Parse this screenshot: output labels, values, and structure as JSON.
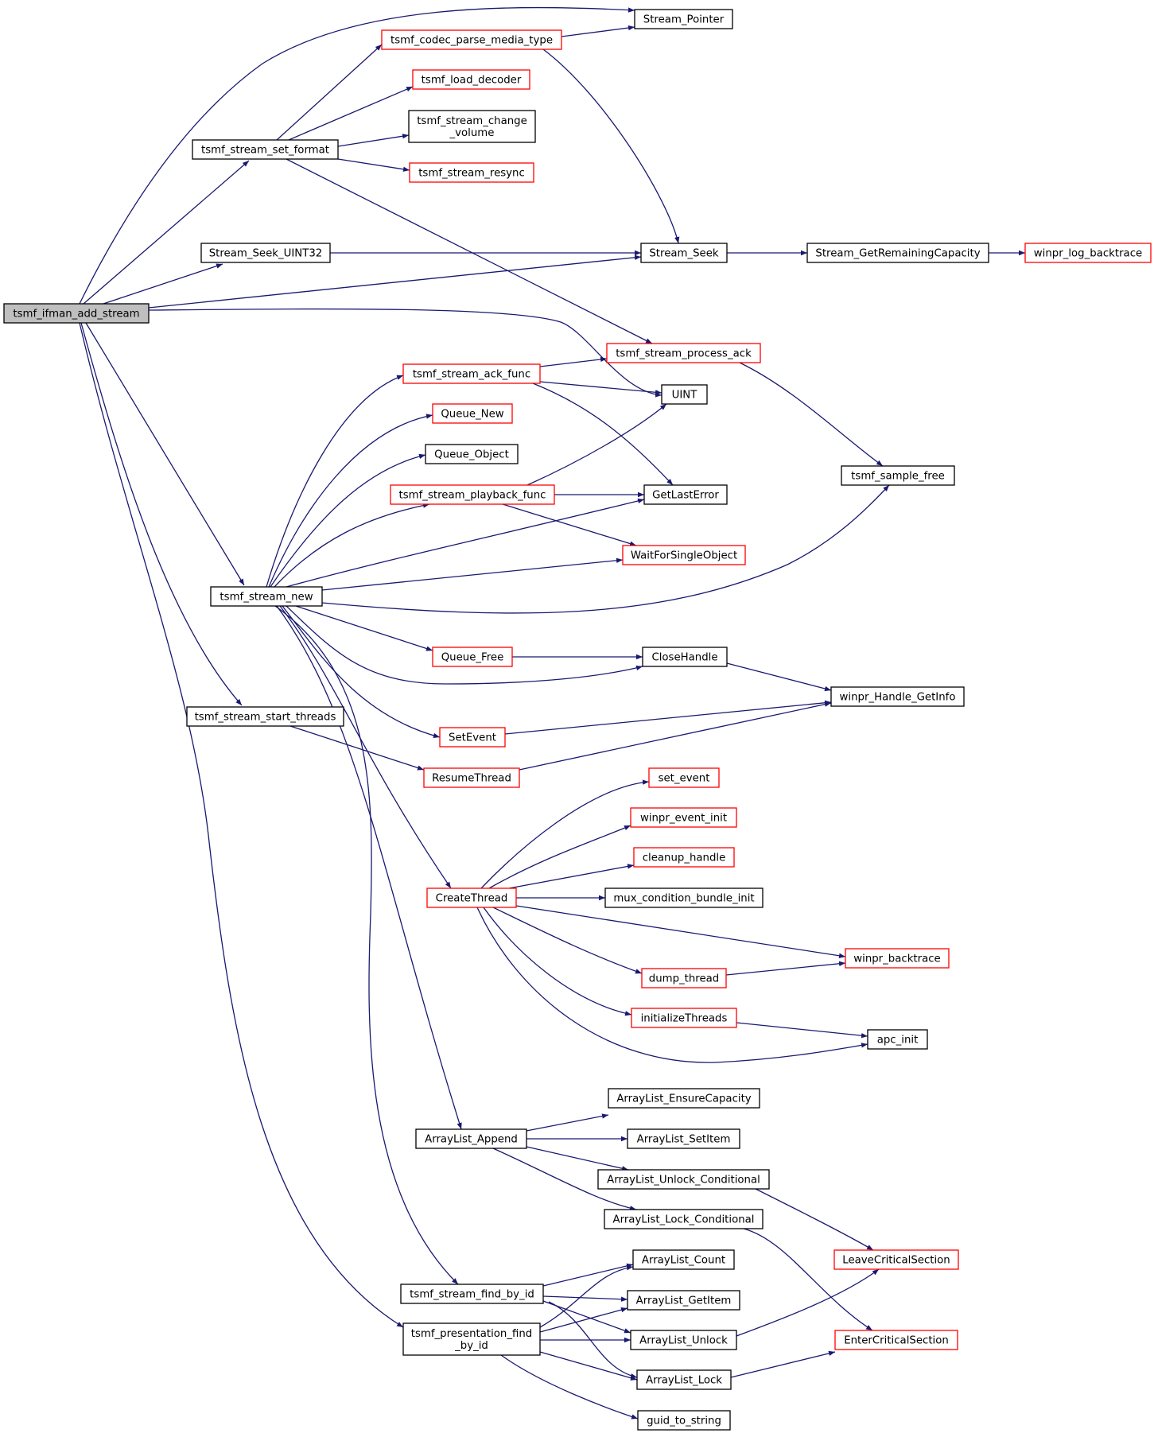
{
  "colors": {
    "edge": "#191970",
    "text": "#000000",
    "root_fill": "#bfbfbf",
    "root_border": "#000000",
    "node_fill": "#ffffff",
    "node_border_normal": "#000000",
    "node_border_truncated": "#ff0000"
  },
  "nodes": [
    {
      "id": "n_root",
      "lines": [
        "tsmf_ifman_add_stream"
      ],
      "kind": "root"
    },
    {
      "id": "n_stream_pointer",
      "lines": [
        "Stream_Pointer"
      ],
      "kind": "normal"
    },
    {
      "id": "n_codec_parse",
      "lines": [
        "tsmf_codec_parse_media_type"
      ],
      "kind": "truncated"
    },
    {
      "id": "n_load_decoder",
      "lines": [
        "tsmf_load_decoder"
      ],
      "kind": "truncated"
    },
    {
      "id": "n_change_volume",
      "lines": [
        "tsmf_stream_change",
        "_volume"
      ],
      "kind": "normal"
    },
    {
      "id": "n_set_format",
      "lines": [
        "tsmf_stream_set_format"
      ],
      "kind": "normal"
    },
    {
      "id": "n_resync",
      "lines": [
        "tsmf_stream_resync"
      ],
      "kind": "truncated"
    },
    {
      "id": "n_seek_uint32",
      "lines": [
        "Stream_Seek_UINT32"
      ],
      "kind": "normal"
    },
    {
      "id": "n_stream_seek",
      "lines": [
        "Stream_Seek"
      ],
      "kind": "normal"
    },
    {
      "id": "n_remaining_cap",
      "lines": [
        "Stream_GetRemainingCapacity"
      ],
      "kind": "normal"
    },
    {
      "id": "n_log_backtrace",
      "lines": [
        "winpr_log_backtrace"
      ],
      "kind": "truncated"
    },
    {
      "id": "n_process_ack",
      "lines": [
        "tsmf_stream_process_ack"
      ],
      "kind": "truncated"
    },
    {
      "id": "n_ack_func",
      "lines": [
        "tsmf_stream_ack_func"
      ],
      "kind": "truncated"
    },
    {
      "id": "n_uint",
      "lines": [
        "UINT"
      ],
      "kind": "normal"
    },
    {
      "id": "n_queue_new",
      "lines": [
        "Queue_New"
      ],
      "kind": "truncated"
    },
    {
      "id": "n_queue_object",
      "lines": [
        "Queue_Object"
      ],
      "kind": "normal"
    },
    {
      "id": "n_sample_free",
      "lines": [
        "tsmf_sample_free"
      ],
      "kind": "normal"
    },
    {
      "id": "n_playback_func",
      "lines": [
        "tsmf_stream_playback_func"
      ],
      "kind": "truncated"
    },
    {
      "id": "n_getlasterror",
      "lines": [
        "GetLastError"
      ],
      "kind": "normal"
    },
    {
      "id": "n_waitforsingle",
      "lines": [
        "WaitForSingleObject"
      ],
      "kind": "truncated"
    },
    {
      "id": "n_stream_new",
      "lines": [
        "tsmf_stream_new"
      ],
      "kind": "normal"
    },
    {
      "id": "n_queue_free",
      "lines": [
        "Queue_Free"
      ],
      "kind": "truncated"
    },
    {
      "id": "n_closehandle",
      "lines": [
        "CloseHandle"
      ],
      "kind": "normal"
    },
    {
      "id": "n_handle_getinfo",
      "lines": [
        "winpr_Handle_GetInfo"
      ],
      "kind": "normal"
    },
    {
      "id": "n_start_threads",
      "lines": [
        "tsmf_stream_start_threads"
      ],
      "kind": "normal"
    },
    {
      "id": "n_setevent",
      "lines": [
        "SetEvent"
      ],
      "kind": "truncated"
    },
    {
      "id": "n_resumethread",
      "lines": [
        "ResumeThread"
      ],
      "kind": "truncated"
    },
    {
      "id": "n_set_event",
      "lines": [
        "set_event"
      ],
      "kind": "truncated"
    },
    {
      "id": "n_event_init",
      "lines": [
        "winpr_event_init"
      ],
      "kind": "truncated"
    },
    {
      "id": "n_cleanup_handle",
      "lines": [
        "cleanup_handle"
      ],
      "kind": "truncated"
    },
    {
      "id": "n_createthread",
      "lines": [
        "CreateThread"
      ],
      "kind": "truncated"
    },
    {
      "id": "n_mux_cond",
      "lines": [
        "mux_condition_bundle_init"
      ],
      "kind": "normal"
    },
    {
      "id": "n_winpr_backtrace",
      "lines": [
        "winpr_backtrace"
      ],
      "kind": "truncated"
    },
    {
      "id": "n_dump_thread",
      "lines": [
        "dump_thread"
      ],
      "kind": "truncated"
    },
    {
      "id": "n_init_threads",
      "lines": [
        "initializeThreads"
      ],
      "kind": "truncated"
    },
    {
      "id": "n_apc_init",
      "lines": [
        "apc_init"
      ],
      "kind": "normal"
    },
    {
      "id": "n_al_ensure",
      "lines": [
        "ArrayList_EnsureCapacity"
      ],
      "kind": "normal"
    },
    {
      "id": "n_al_append",
      "lines": [
        "ArrayList_Append"
      ],
      "kind": "normal"
    },
    {
      "id": "n_al_setitem",
      "lines": [
        "ArrayList_SetItem"
      ],
      "kind": "normal"
    },
    {
      "id": "n_al_unlock_cond",
      "lines": [
        "ArrayList_Unlock_Conditional"
      ],
      "kind": "normal"
    },
    {
      "id": "n_al_lock_cond",
      "lines": [
        "ArrayList_Lock_Conditional"
      ],
      "kind": "normal"
    },
    {
      "id": "n_leave_cs",
      "lines": [
        "LeaveCriticalSection"
      ],
      "kind": "truncated"
    },
    {
      "id": "n_al_count",
      "lines": [
        "ArrayList_Count"
      ],
      "kind": "normal"
    },
    {
      "id": "n_find_by_id",
      "lines": [
        "tsmf_stream_find_by_id"
      ],
      "kind": "normal"
    },
    {
      "id": "n_al_getitem",
      "lines": [
        "ArrayList_GetItem"
      ],
      "kind": "normal"
    },
    {
      "id": "n_pres_find",
      "lines": [
        "tsmf_presentation_find",
        "_by_id"
      ],
      "kind": "normal"
    },
    {
      "id": "n_al_unlock",
      "lines": [
        "ArrayList_Unlock"
      ],
      "kind": "normal"
    },
    {
      "id": "n_enter_cs",
      "lines": [
        "EnterCriticalSection"
      ],
      "kind": "truncated"
    },
    {
      "id": "n_al_lock",
      "lines": [
        "ArrayList_Lock"
      ],
      "kind": "normal"
    },
    {
      "id": "n_guid_to_string",
      "lines": [
        "guid_to_string"
      ],
      "kind": "normal"
    }
  ]
}
